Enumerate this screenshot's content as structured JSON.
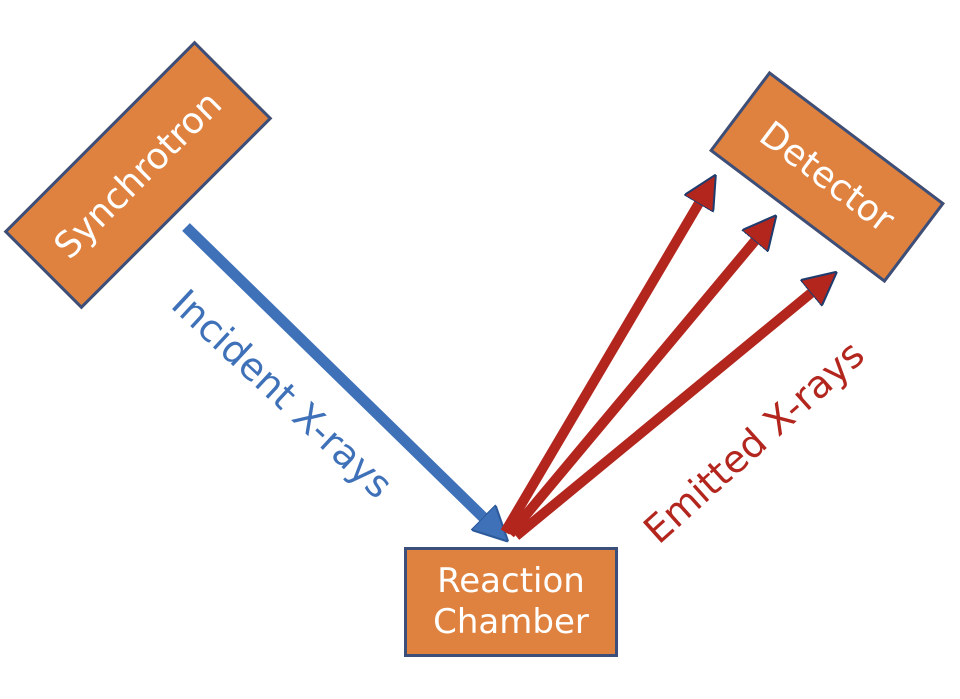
{
  "colors": {
    "box_fill": "#e0823f",
    "box_border": "#3b4f7a",
    "incident": "#3f71b9",
    "emitted": "#b3261e",
    "box_text": "#ffffff"
  },
  "nodes": {
    "synchrotron": "Synchrotron",
    "detector": "Detector",
    "reaction_line1": "Reaction",
    "reaction_line2": "Chamber"
  },
  "labels": {
    "incident": "Incident X-rays",
    "emitted": "Emitted X-rays"
  }
}
